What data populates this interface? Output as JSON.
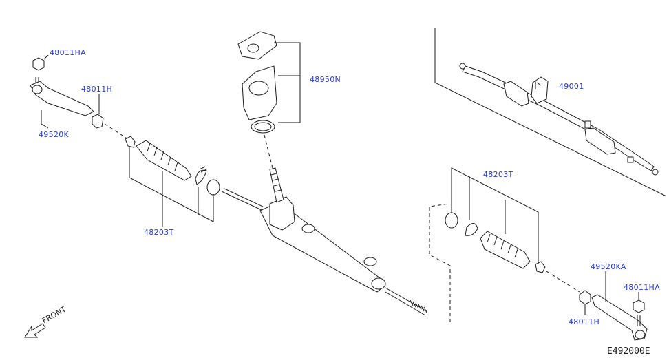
{
  "labels": {
    "nut_left": "48011HA",
    "boot_nut_left": "48011H",
    "tie_rod_end_left": "49520K",
    "boot_kit": "48950N",
    "boot_left": "48203T",
    "gear_assembly": "49001",
    "boot_right": "48203T",
    "tie_rod_end_right": "49520KA",
    "nut_right": "48011HA",
    "boot_nut_right": "48011H"
  },
  "front_label": "FRONT",
  "diagram_code": "E492000E",
  "colors": {
    "callout": "#2a3cc9",
    "line": "#1a1a1a",
    "background": "#ffffff"
  }
}
